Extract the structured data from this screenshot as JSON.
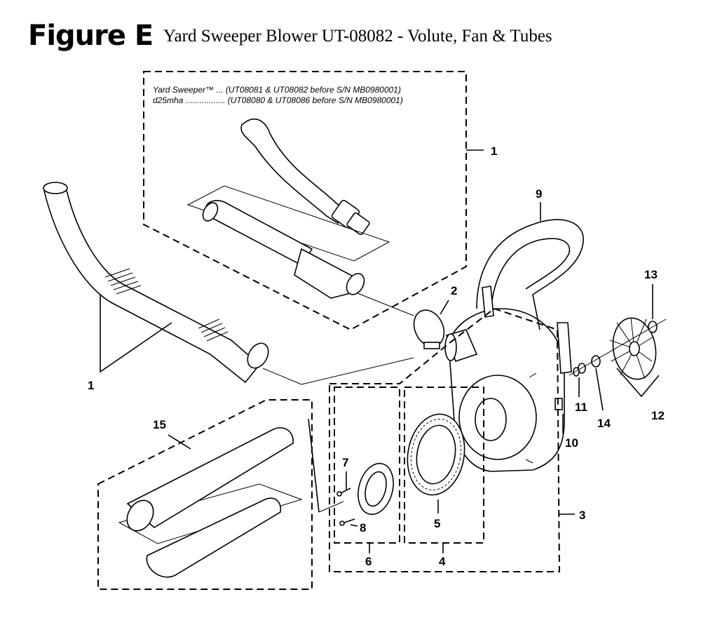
{
  "figure": {
    "heading": "Figure E",
    "subtitle": "Yard Sweeper Blower UT-08082 - Volute, Fan & Tubes"
  },
  "model_note": {
    "line1": "Yard Sweeper™ ... (UT08081 & UT08082 before S/N MB0980001)",
    "line2": "d25mha ................. (UT08080 & UT08086 before S/N MB0980001)"
  },
  "callouts": {
    "c1_top": "1",
    "c1_left": "1",
    "c2": "2",
    "c3": "3",
    "c4": "4",
    "c5": "5",
    "c6": "6",
    "c7": "7",
    "c8": "8",
    "c9": "9",
    "c10": "10",
    "c11": "11",
    "c12": "12",
    "c13": "13",
    "c14": "14",
    "c15": "15"
  }
}
